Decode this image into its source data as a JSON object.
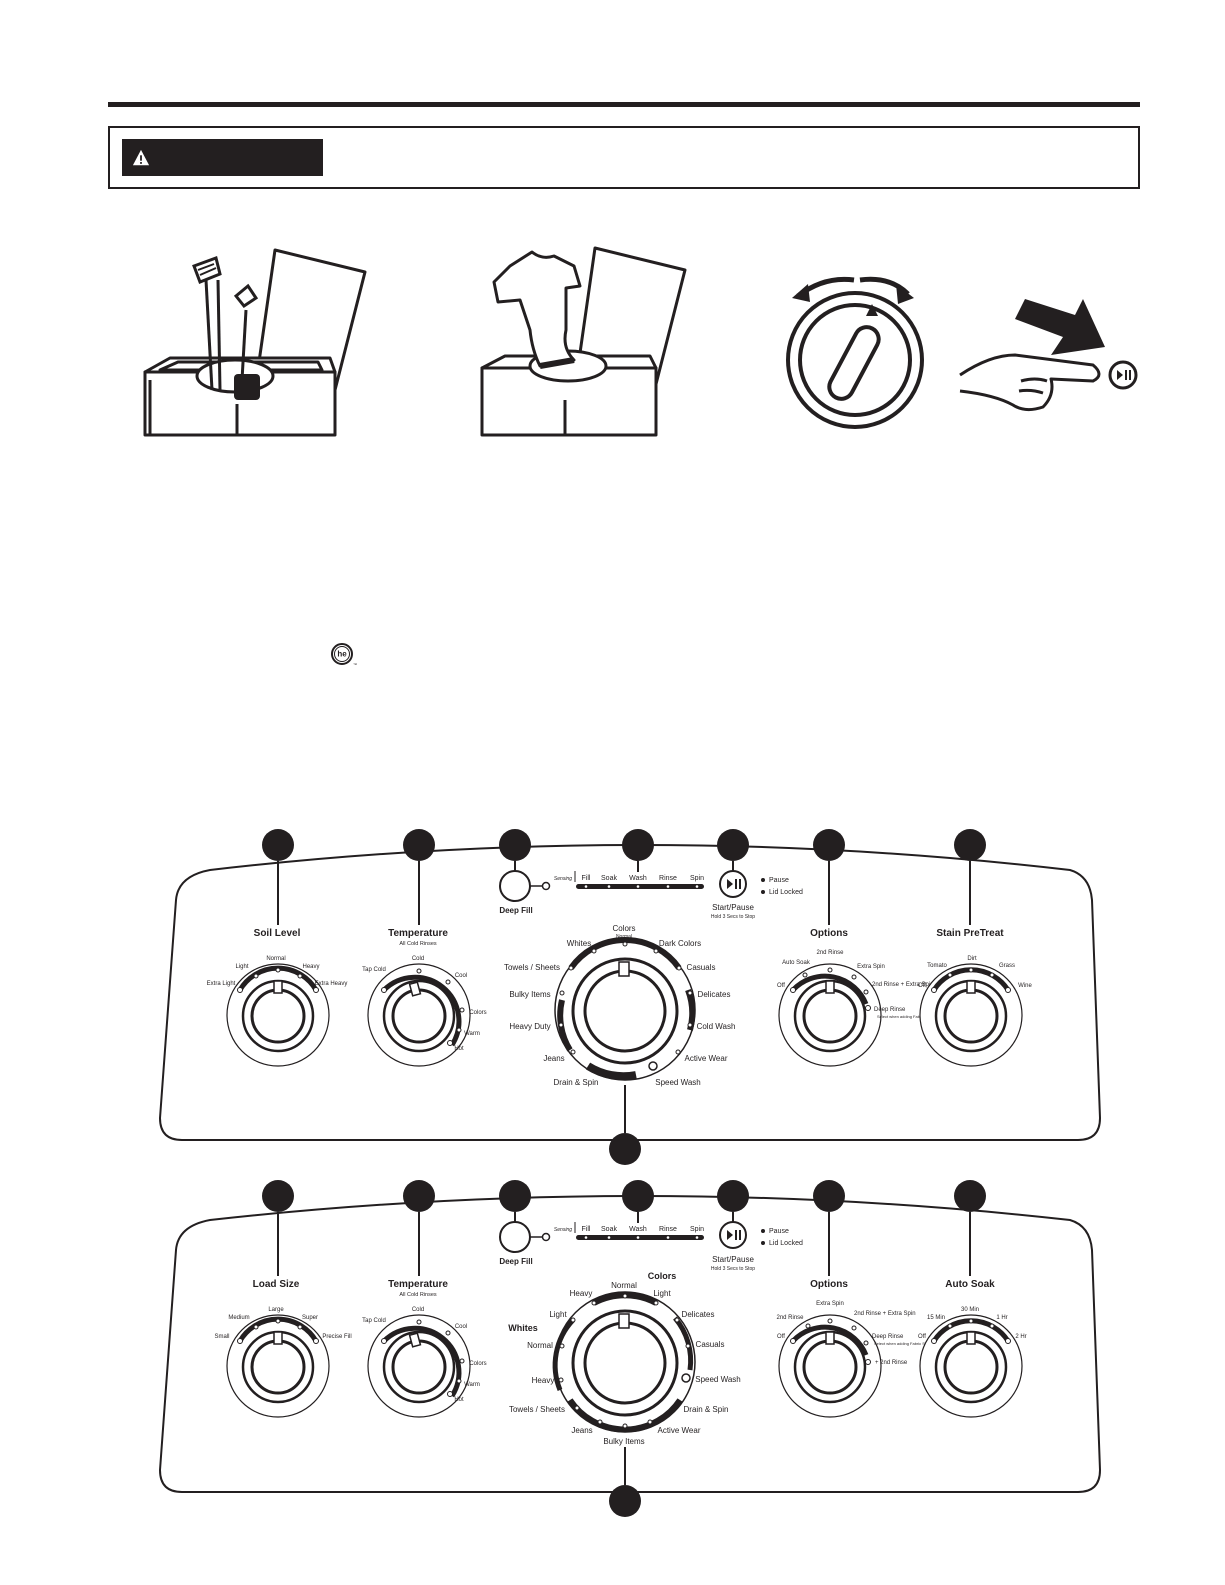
{
  "warning": {
    "label": ""
  },
  "logos": {
    "he": "he"
  },
  "panel1": {
    "knob1": {
      "title": "Soil Level",
      "subtitle": "",
      "positions": [
        "Extra Light",
        "Light",
        "Normal",
        "Heavy",
        "Extra Heavy"
      ]
    },
    "knob2": {
      "title": "Temperature",
      "subtitle": "All Cold Rinses",
      "positions": [
        "Tap Cold",
        "Cold",
        "Cool",
        "Colors",
        "Warm",
        "Hot"
      ]
    },
    "deep_fill": "Deep Fill",
    "status": {
      "sensing": "Sensing",
      "fill": "Fill",
      "soak": "Soak",
      "wash": "Wash",
      "rinse": "Rinse",
      "spin": "Spin"
    },
    "start": {
      "label": "Start/Pause",
      "sub": "Hold 3 Secs to Stop"
    },
    "indicators": {
      "pause": "Pause",
      "lid": "Lid Locked"
    },
    "cycles": {
      "top": "Colors",
      "top_sub": "Normal",
      "items": [
        "Whites",
        "Dark Colors",
        "Towels / Sheets",
        "Casuals",
        "Bulky Items",
        "Delicates",
        "Heavy Duty",
        "Cold Wash",
        "Jeans",
        "Active Wear",
        "Drain & Spin",
        "Speed Wash"
      ]
    },
    "options": {
      "title": "Options",
      "positions": [
        "Off",
        "Auto Soak",
        "2nd Rinse",
        "Extra Spin",
        "2nd Rinse + Extra Spin",
        "Deep Rinse"
      ],
      "deep_note": "Select when adding Fabric Softener"
    },
    "stain": {
      "title": "Stain PreTreat",
      "positions": [
        "Off",
        "Tomato",
        "Dirt",
        "Grass",
        "Wine"
      ]
    }
  },
  "panel2": {
    "knob1": {
      "title": "Load Size",
      "positions": [
        "Small",
        "Medium",
        "Large",
        "Super",
        "Precise Fill"
      ]
    },
    "knob2": {
      "title": "Temperature",
      "subtitle": "All Cold Rinses",
      "positions": [
        "Tap Cold",
        "Cold",
        "Cool",
        "Colors",
        "Warm",
        "Hot"
      ]
    },
    "deep_fill": "Deep Fill",
    "status": {
      "sensing": "Sensing",
      "fill": "Fill",
      "soak": "Soak",
      "wash": "Wash",
      "rinse": "Rinse",
      "spin": "Spin"
    },
    "start": {
      "label": "Start/Pause",
      "sub": "Hold 3 Secs to Stop"
    },
    "indicators": {
      "pause": "Pause",
      "lid": "Lid Locked"
    },
    "cycles": {
      "colors_header": "Colors",
      "whites_header": "Whites",
      "items": [
        "Heavy",
        "Normal",
        "Light",
        "Delicates",
        "Light",
        "Casuals",
        "Normal",
        "Speed Wash",
        "Heavy",
        "Drain & Spin",
        "Towels / Sheets",
        "Active Wear",
        "Jeans",
        "Bulky Items"
      ]
    },
    "options": {
      "title": "Options",
      "positions": [
        "Off",
        "2nd Rinse",
        "Extra Spin",
        "2nd Rinse + Extra Spin",
        "Deep Rinse",
        "+ 2nd Rinse"
      ],
      "deep_note": "Select when adding Fabric Softener"
    },
    "auto_soak": {
      "title": "Auto Soak",
      "positions": [
        "Off",
        "15 Min",
        "30 Min",
        "1 Hr",
        "2 Hr"
      ]
    }
  }
}
